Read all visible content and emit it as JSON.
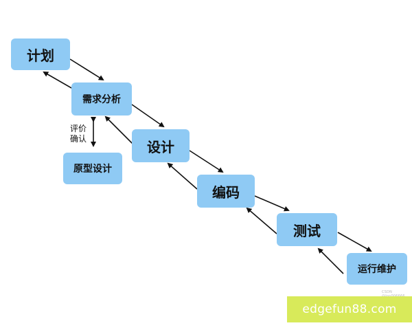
{
  "nodes": {
    "plan": "计划",
    "requirements": "需求分析",
    "prototype": "原型设计",
    "design": "设计",
    "coding": "编码",
    "testing": "测试",
    "operation": "运行维护"
  },
  "side_note": {
    "line1": "评价",
    "line2": "确认"
  },
  "watermark": {
    "small_text": "CSDN @lnn006666",
    "banner_text": "edgefun88.com"
  },
  "colors": {
    "node_fill": "#8fcaf4",
    "arrow": "#111111",
    "banner_fill": "#d8ea5a",
    "banner_text": "#ffffff"
  }
}
